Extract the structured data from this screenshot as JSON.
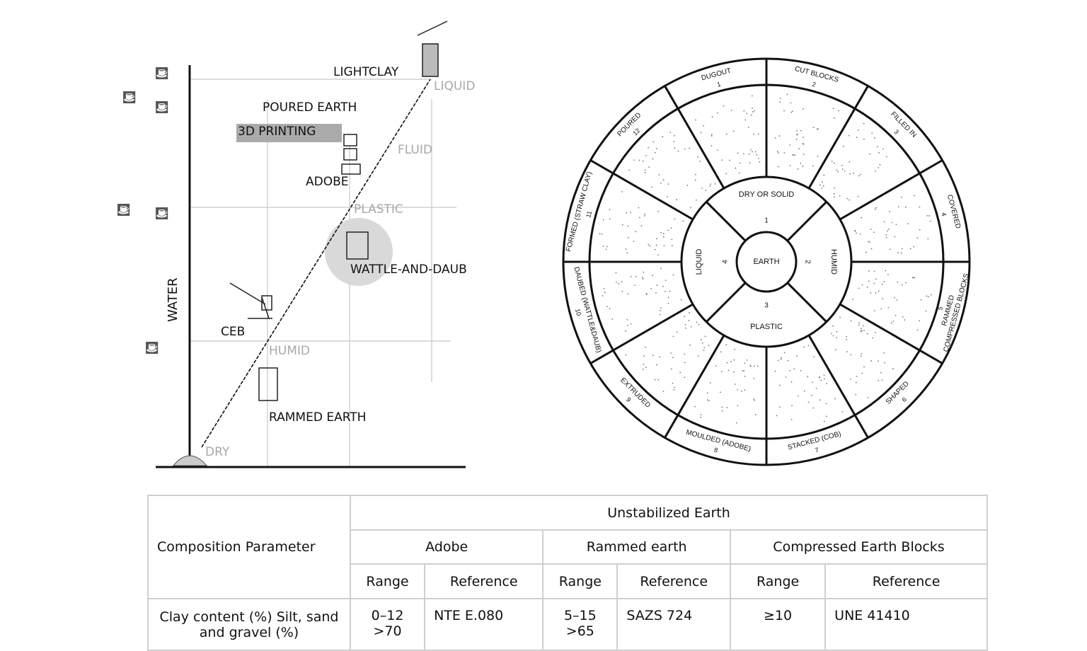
{
  "left_diagram": {
    "axis_label": "WATER",
    "techniques": {
      "lightclay": "LIGHTCLAY",
      "poured_earth": "POURED EARTH",
      "printing_3d": "3D PRINTING",
      "adobe": "ADOBE",
      "wattle_and_daub": "WATTLE-AND-DAUB",
      "ceb": "CEB",
      "rammed_earth": "RAMMED EARTH"
    },
    "states": {
      "liquid": "LIQUID",
      "fluid": "FLUID",
      "plastic": "PLASTIC",
      "humid": "HUMID",
      "dry": "DRY"
    },
    "colors": {
      "state_text": "#a8a8a8",
      "highlight_box": "#aaaaaa",
      "highlight_circle": "#d9d9d9"
    }
  },
  "wheel": {
    "center": "EARTH",
    "states": [
      {
        "label": "DRY OR SOLID",
        "number": "1"
      },
      {
        "label": "HUMID",
        "number": "2"
      },
      {
        "label": "PLASTIC",
        "number": "3"
      },
      {
        "label": "LIQUID",
        "number": "4"
      }
    ],
    "techniques": [
      {
        "label": "CUT BLOCKS",
        "number": "2"
      },
      {
        "label": "FILLED IN",
        "number": "3"
      },
      {
        "label": "COVERED",
        "number": "4"
      },
      {
        "label": "COMPRESSED BLOCKS",
        "sublabel": "RAMMED",
        "number": "5"
      },
      {
        "label": "SHAPED",
        "number": "6"
      },
      {
        "label": "STACKED (COB)",
        "number": "7"
      },
      {
        "label": "MOULDED (ADOBE)",
        "number": "8"
      },
      {
        "label": "EXTRUDED",
        "number": "9"
      },
      {
        "label": "DAUBED (WATTLE&DAUB)",
        "number": "10"
      },
      {
        "label": "FORMED (STRAW CLAY)",
        "number": "11"
      },
      {
        "label": "POURED",
        "number": "12"
      },
      {
        "label": "DUGOUT",
        "number": "1"
      }
    ]
  },
  "table": {
    "param_header": "Composition Parameter",
    "group_header": "Unstabilized Earth",
    "materials": [
      "Adobe",
      "Rammed earth",
      "Compressed Earth Blocks"
    ],
    "sub_headers": {
      "range": "Range",
      "reference": "Reference"
    },
    "row": {
      "param_line1": "Clay content (%) Silt, sand",
      "param_line2": "and gravel (%)",
      "adobe_range1": "0–12",
      "adobe_range2": ">70",
      "adobe_ref": "NTE E.080",
      "rammed_range1": "5–15",
      "rammed_range2": ">65",
      "rammed_ref": "SAZS 724",
      "ceb_range1": "≥10",
      "ceb_ref": "UNE 41410"
    }
  }
}
